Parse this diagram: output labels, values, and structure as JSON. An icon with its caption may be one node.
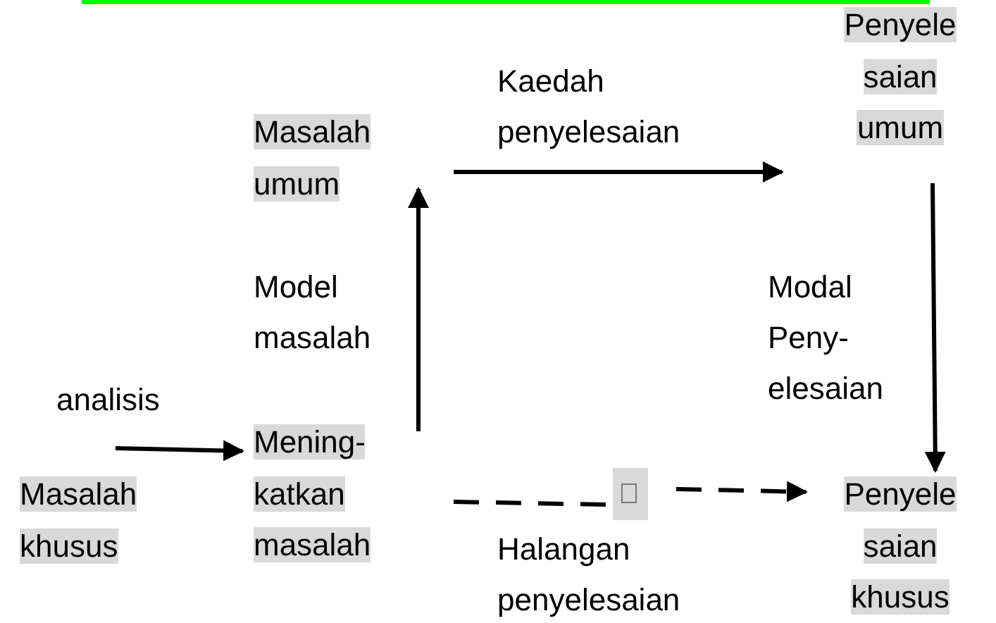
{
  "diagram": {
    "nodes": [
      {
        "text": [
          "Masalah umum"
        ]
      },
      {
        "text": [
          "Penyele saian umum"
        ]
      },
      {
        "text": [
          "Mening- katkan masalah"
        ]
      },
      {
        "text": [
          "Masalah khusus"
        ]
      },
      {
        "text": [],
        "shape": "box"
      },
      {
        "text": [
          "Penyele saian khusus"
        ]
      }
    ],
    "edges": [
      {
        "from": 2,
        "to": 0,
        "arrow": "to",
        "label": "Model masalah"
      },
      {
        "from": 0,
        "to": 1,
        "arrow": "to",
        "label": "Kaedah penyelesaian"
      },
      {
        "from": 1,
        "to": 5,
        "arrow": "to",
        "label": "Modal Peny- elesaian"
      },
      {
        "from": 3,
        "to": 2,
        "arrow": "to",
        "label": "analisis"
      },
      {
        "from": 2,
        "to": 4,
        "arrow": "none",
        "style": "dashed"
      },
      {
        "from": 4,
        "to": 5,
        "arrow": "to",
        "style": "dashed",
        "label": "Halangan penyelesaian"
      }
    ]
  }
}
